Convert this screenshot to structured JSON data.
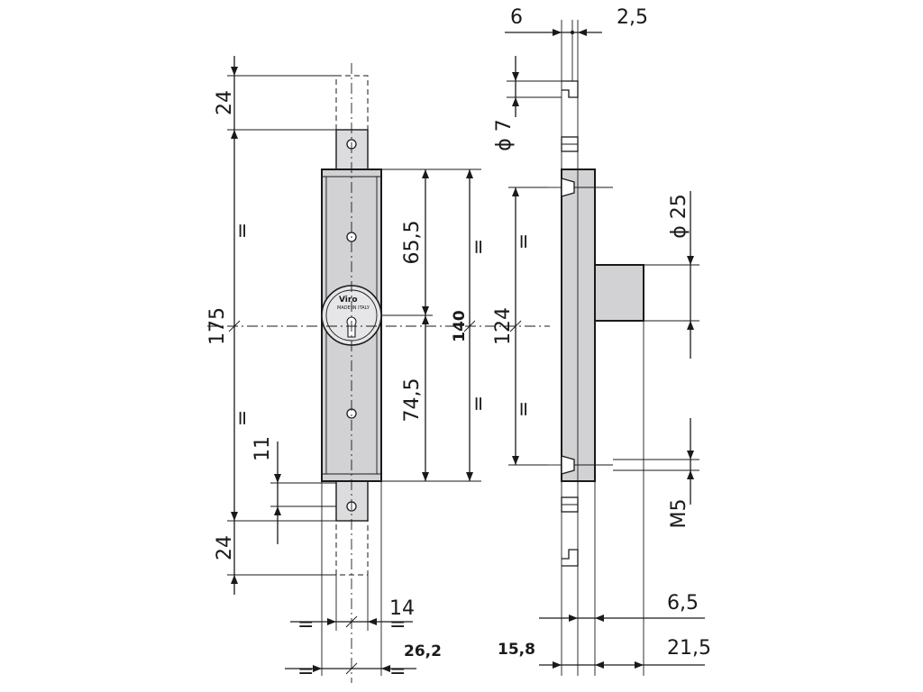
{
  "dimensions": {
    "end_top": "24",
    "end_bottom": "24",
    "equal_upper": "=",
    "equal_lower": "=",
    "overall": "175",
    "upper_half": "65,5",
    "lower_half": "74,5",
    "case_height": "140",
    "case_equal_upper": "=",
    "case_equal_lower": "=",
    "bolt_offset": "11",
    "hole_spacing": "124",
    "spacing_equal_upper": "=",
    "spacing_equal_lower": "=",
    "plate_offset": "6",
    "plate_thickness": "2,5",
    "pin_diameter": "ϕ 7",
    "cylinder_diameter": "ϕ 25",
    "screw_thread": "M5",
    "strip_width": "14",
    "case_width": "26,2",
    "front_depth": "15,8",
    "front_face": "6,5",
    "total_depth": "21,5",
    "eq_strip_left": "=",
    "eq_strip_right": "=",
    "eq_case_left": "=",
    "eq_case_right": "="
  },
  "cylinder": {
    "brand": "Viro",
    "marking": "MADE IN ITALY"
  }
}
